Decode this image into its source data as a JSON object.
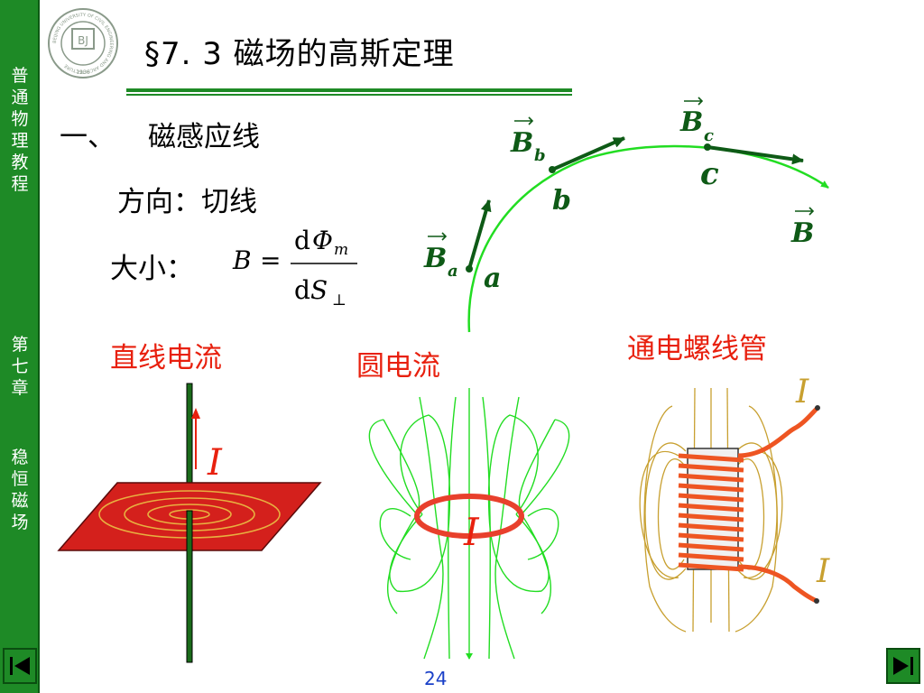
{
  "sidebar": {
    "course_title": "普通物理教程",
    "chapter": "第七章",
    "topic": "稳恒磁场"
  },
  "logo": {
    "monogram": "BJ",
    "ring_text": "BEIJING UNIVERSITY OF CIVIL ENGINEERING AND ARCHITECTURE",
    "year": "1936"
  },
  "slide": {
    "title": "§7. 3  磁场的高斯定理",
    "section_number": "一、",
    "section_title": "磁感应线",
    "direction_label": "方向：切线",
    "magnitude_label": "大小：",
    "formula": {
      "lhs": "B",
      "equals": "=",
      "numerator_d": "d",
      "numerator_symbol": "Φ",
      "numerator_sub": "m",
      "denominator_d": "d",
      "denominator_symbol": "S",
      "denominator_sub": "⊥"
    },
    "field_diagram": {
      "points": [
        "a",
        "b",
        "c"
      ],
      "vector_labels": [
        "B",
        "B",
        "B",
        "B"
      ],
      "vector_subscripts": [
        "a",
        "b",
        "c",
        ""
      ]
    },
    "examples": {
      "straight_current": "直线电流",
      "circular_current": "圆电流",
      "solenoid": "通电螺线管",
      "current_symbol": "I"
    },
    "page_number": "24"
  },
  "colors": {
    "sidebar_green": "#1e8a26",
    "field_line_green": "#22dd22",
    "vector_green": "#0e5a16",
    "label_red": "#e8200e",
    "solenoid_gold": "#c8a030",
    "page_number_blue": "#1a40c8"
  },
  "icons": {
    "prev": "prev-slide-icon",
    "next": "next-slide-icon"
  }
}
